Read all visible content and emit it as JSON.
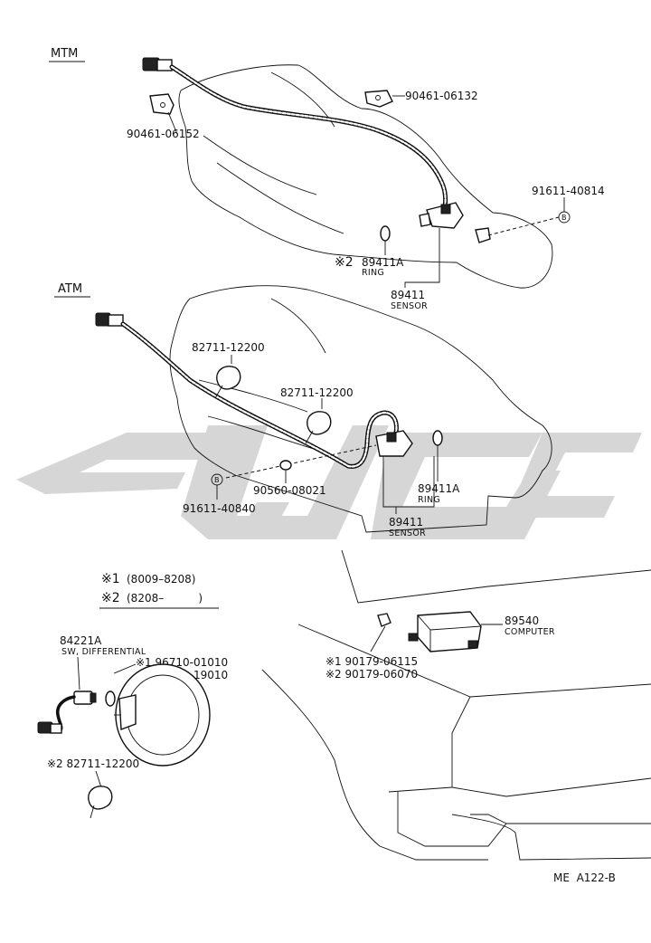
{
  "watermark": {
    "color": "#cfcfcf"
  },
  "sections": {
    "mtm": {
      "title": "MTM",
      "labels": {
        "bracket_upper": "90461-06132",
        "bracket_lower": "90461-06152",
        "bolt": "91611-40814",
        "callout_b": "B",
        "ring_mark": "※2",
        "ring_number": "89411A",
        "ring_name": "RING",
        "sensor_number": "89411",
        "sensor_name": "SENSOR"
      }
    },
    "atm": {
      "title": "ATM",
      "labels": {
        "clamp_upper": "82711-12200",
        "clamp_lower": "82711-12200",
        "plug": "90560-08021",
        "bolt": "91611-40840",
        "callout_b": "B",
        "ring_number": "89411A",
        "ring_name": "RING",
        "sensor_number": "89411",
        "sensor_name": "SENSOR"
      }
    }
  },
  "legend": {
    "item1": {
      "mark": "※1",
      "range": "(8009–8208)"
    },
    "item2": {
      "mark": "※2",
      "range": "(8208–          )"
    }
  },
  "differential": {
    "switch_number": "84221A",
    "switch_name": "SW, DIFFERENTIAL",
    "gasket_1": "※1 96710-01010",
    "gasket_2": "※2 96711-19010",
    "clamp": "※2 82711-12200"
  },
  "computer": {
    "number": "89540",
    "name": "COMPUTER",
    "bolt_1": "※1 90179-06115",
    "bolt_2": "※2 90179-06070"
  },
  "footer": {
    "code": "ME  A122-B"
  }
}
